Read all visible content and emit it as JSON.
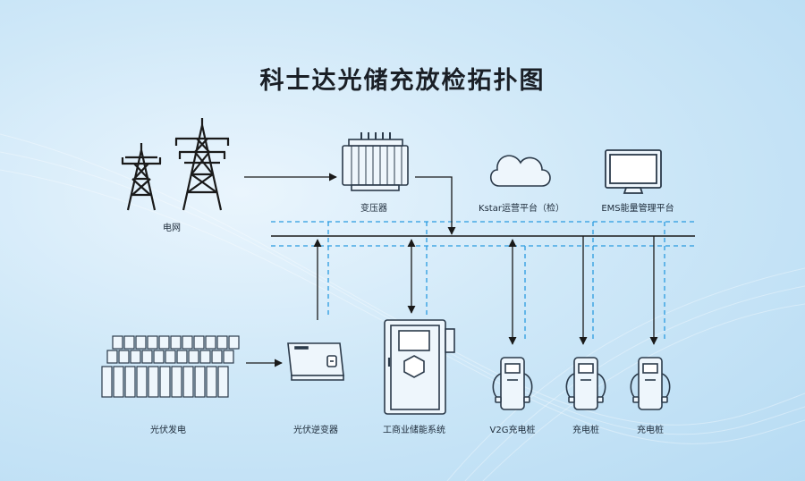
{
  "title": "科士达光储充放检拓扑图",
  "nodes": {
    "grid": "电网",
    "transformer": "变压器",
    "cloud_platform": "Kstar运营平台（检）",
    "ems": "EMS能量管理平台",
    "pv": "光伏发电",
    "inverter": "光伏逆变器",
    "storage": "工商业储能系统",
    "v2g": "V2G充电桩",
    "charger1": "充电桩",
    "charger2": "充电桩"
  },
  "colors": {
    "line": "#1a1a1a",
    "dashed": "#2a9be0",
    "device_fill": "#eef6fc",
    "device_stroke": "#2b3a4a"
  }
}
